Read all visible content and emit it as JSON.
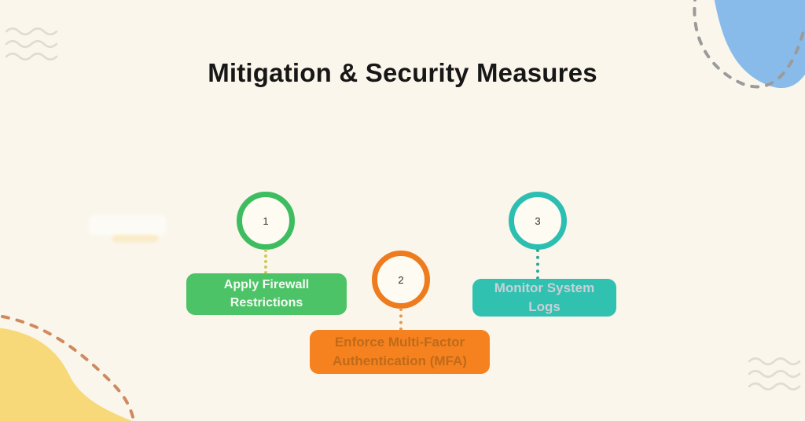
{
  "title": {
    "text": "Mitigation & Security Measures",
    "color": "#171717"
  },
  "colors": {
    "background": "#FBF6EB",
    "circle_fill": "#FDFBF2",
    "number": "#2F2F2F",
    "wave": "#DFDCD2",
    "dash_gray": "#9B9B9B",
    "dash_tan": "#D08A5F",
    "blue_blob": "#89BBEA",
    "yellow_blob": "#F7D97A"
  },
  "steps": [
    {
      "number": "1",
      "label": "Apply Firewall\nRestrictions",
      "ring_color": "#3DBD60",
      "box_color": "#4CC366",
      "text_color": "#F3FAF3",
      "dot_color": "#CFC75B"
    },
    {
      "number": "2",
      "label": "Enforce Multi-Factor\nAuthentication (MFA)",
      "ring_color": "#EE7B1D",
      "box_color": "#F5821F",
      "text_color": "#C06A1A",
      "dot_color": "#DF9A55"
    },
    {
      "number": "3",
      "label": "Monitor System\nLogs",
      "ring_color": "#2CBFB1",
      "box_color": "#31C1B1",
      "text_color": "#C9D0D7",
      "dot_color": "#2AA89D"
    }
  ]
}
